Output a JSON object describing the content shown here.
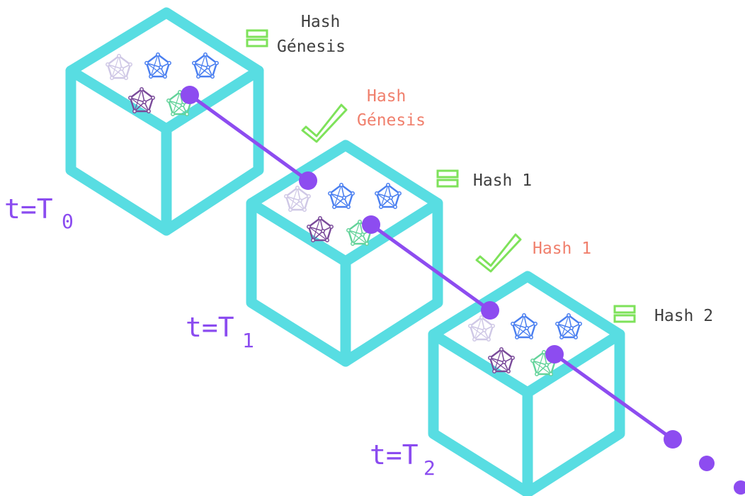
{
  "colors": {
    "cube": "#58dde2",
    "chain": "#8d4cf0",
    "check": "#7ee25a",
    "hash_icon": "#7ee25a",
    "text_gray": "#3f3f3f",
    "text_red": "#f07f6c",
    "time_label": "#8b4cf0",
    "node_blue": "#4a7ff0",
    "node_purple": "#7a4a9a",
    "node_green": "#63d39a",
    "node_faint": "#cfc8e6"
  },
  "blocks": [
    {
      "time_label": {
        "prefix": "t=T",
        "subscript": "0"
      },
      "own_hash": {
        "line1": "Hash",
        "line2": "Génesis",
        "icon": "hash-stack-icon"
      }
    },
    {
      "time_label": {
        "prefix": "t=T",
        "subscript": "1"
      },
      "prev_hash": {
        "line1": "Hash",
        "line2": "Génesis",
        "icon": "check-icon"
      },
      "own_hash": {
        "line1": "Hash 1",
        "icon": "hash-stack-icon"
      }
    },
    {
      "time_label": {
        "prefix": "t=T",
        "subscript": "2"
      },
      "prev_hash": {
        "line1": "Hash 1",
        "icon": "check-icon"
      },
      "own_hash": {
        "line1": "Hash 2",
        "icon": "hash-stack-icon"
      }
    }
  ],
  "continuation": "ellipsis-dots"
}
